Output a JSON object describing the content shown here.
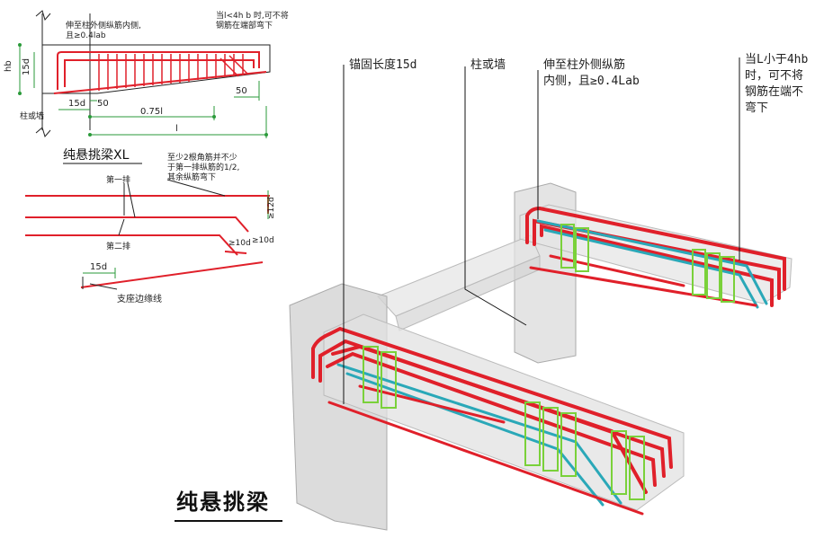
{
  "top_detail": {
    "note_inner_side": [
      "伸至柱外侧纵筋内侧,",
      "且≥0.4lab"
    ],
    "note_end": [
      "当l<4h b  时,可不将",
      "钢筋在端部弯下"
    ],
    "dim_hb": "hb",
    "dim_15d_vertical": "15d",
    "dim_15d_bottom": "15d",
    "dim_50_left": "50",
    "dim_50_right": "50",
    "dim_075l": "0.75l",
    "dim_l": "l",
    "support_label": "柱或墙",
    "title": "纯悬挑梁XL"
  },
  "bar_detail": {
    "note": [
      "至少2根角筋并不少",
      "于第一排纵筋的1/2,",
      "其余纵筋弯下"
    ],
    "row1": "第一排",
    "row2": "第二排",
    "dim_12d": "≥12d",
    "dim_10d_a": "≥10d",
    "dim_10d_b": "≥10d",
    "dim_15d": "15d",
    "support_edge": "支座边缘线"
  },
  "iso_view": {
    "callout_anchor": "锚固长度15d",
    "callout_support": "柱或墙",
    "callout_inner": [
      "伸至柱外侧纵筋",
      "内侧，且≥0.4Lab"
    ],
    "callout_end": [
      "当L小于4hb",
      "时，可不将",
      "钢筋在端不",
      "弯下"
    ],
    "title": "纯悬挑梁"
  },
  "colors": {
    "rebar_red": "#e0202a",
    "rebar_cyan": "#2aa8b8",
    "stirrup_green": "#7ad13a",
    "dim_green": "#2a9a3a",
    "concrete": "#d8d8d8"
  }
}
